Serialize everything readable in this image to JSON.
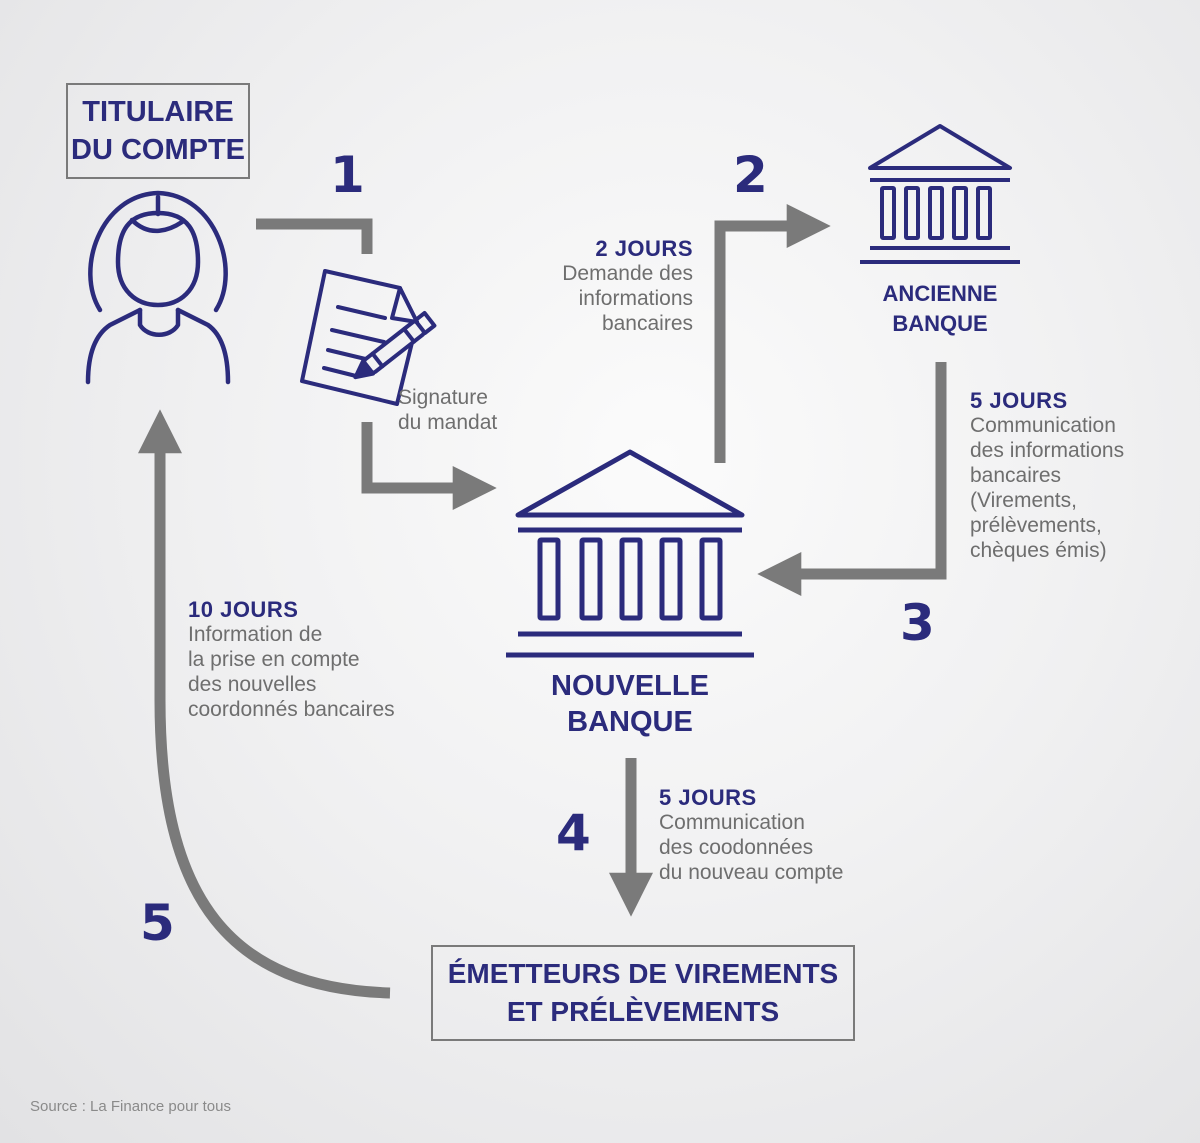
{
  "nodes": {
    "holder": {
      "line1": "TITULAIRE",
      "line2": "DU COMPTE"
    },
    "old_bank": {
      "line1": "ANCIENNE",
      "line2": "BANQUE"
    },
    "new_bank": {
      "line1": "NOUVELLE",
      "line2": "BANQUE"
    },
    "issuers": {
      "line1": "ÉMETTEURS DE VIREMENTS",
      "line2": "ET PRÉLÈVEMENTS"
    }
  },
  "steps": [
    {
      "number": "1",
      "days": "",
      "lines": [
        "Signature",
        "du mandat"
      ]
    },
    {
      "number": "2",
      "days": "2 JOURS",
      "lines": [
        "Demande des",
        "informations",
        "bancaires"
      ]
    },
    {
      "number": "3",
      "days": "5 JOURS",
      "lines": [
        "Communication",
        "des informations",
        "bancaires",
        "(Virements,",
        "prélèvements,",
        "chèques émis)"
      ]
    },
    {
      "number": "4",
      "days": "5 JOURS",
      "lines": [
        "Communication",
        "des coodonnées",
        "du nouveau compte"
      ]
    },
    {
      "number": "5",
      "days": "10 JOURS",
      "lines": [
        "Information de",
        "la prise en compte",
        "des nouvelles",
        "coordonnés bancaires"
      ]
    }
  ],
  "source": "Source : La Finance pour tous",
  "colors": {
    "navy": "#2b2b7c",
    "arrow": "#7a7a7a",
    "text": "#6e6e6e"
  },
  "icons": [
    "person-icon",
    "document-pen-icon",
    "bank-icon"
  ]
}
